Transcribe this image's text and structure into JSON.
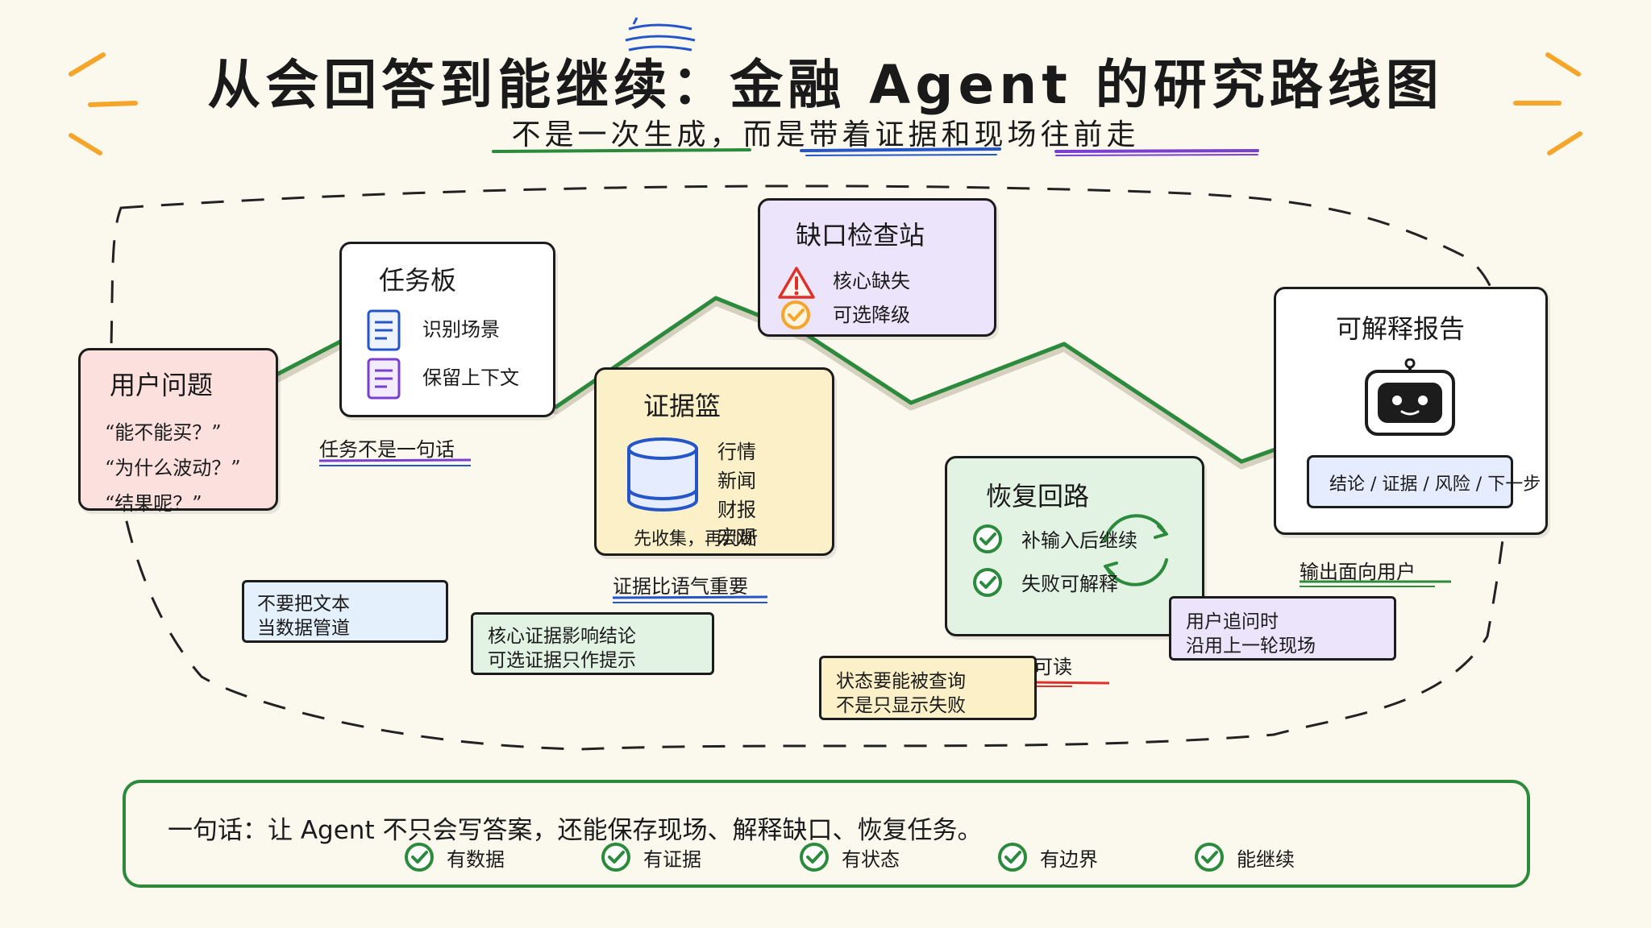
{
  "title": "从会回答到能继续：金融 Agent 的研究路线图",
  "subtitle": "不是一次生成，而是带着证据和现场往前走",
  "colors": {
    "background": "#fbf9ee",
    "path_green": "#2c8a3c",
    "accent_orange": "#f4a52a",
    "accent_blue": "#2455c9",
    "accent_purple": "#7a3fd0",
    "accent_red": "#e0302a"
  },
  "cards": {
    "user_question": {
      "title": "用户问题",
      "lines": [
        "“能不能买？”",
        "“为什么波动？”",
        "“结果呢？”"
      ],
      "bg": "#fbe0de"
    },
    "task_board": {
      "title": "任务板",
      "lines": [
        "识别场景",
        "保留上下文"
      ],
      "icons": [
        "document-icon",
        "document-icon"
      ],
      "bg": "#ffffff"
    },
    "evidence_basket": {
      "title": "证据篮",
      "lines": [
        "行情",
        "新闻",
        "财报",
        "宏观"
      ],
      "footer": "先收集，再判断",
      "icon": "database-icon",
      "bg": "#fcf0c8"
    },
    "gap_check": {
      "title": "缺口检查站",
      "lines": [
        "核心缺失",
        "可选降级"
      ],
      "icons": [
        "warning-icon",
        "check-circle-icon"
      ],
      "bg": "#ece4fb"
    },
    "recovery_loop": {
      "title": "恢复回路",
      "lines": [
        "补输入后继续",
        "失败可解释"
      ],
      "icons": [
        "check-circle-icon",
        "check-circle-icon",
        "cycle-arrows-icon"
      ],
      "bg": "#e2f3e3"
    },
    "report": {
      "title": "可解释报告",
      "output": "结论 / 证据 / 风险 / 下一步",
      "icon": "robot-icon",
      "bg": "#ffffff"
    }
  },
  "captions": {
    "task": "任务不是一句话",
    "evidence": "证据比语气重要",
    "output": "输出面向用户",
    "failure": "失败也要可读"
  },
  "notes": {
    "text_pipeline": [
      "不要把文本",
      "当数据管道"
    ],
    "core_evidence": [
      "核心证据影响结论",
      "可选证据只作提示"
    ],
    "state_query": [
      "状态要能被查询",
      "不是只显示失败"
    ],
    "follow_up": [
      "用户追问时",
      "沿用上一轮现场"
    ]
  },
  "bottom": {
    "summary": "一句话：让 Agent 不只会写答案，还能保存现场、解释缺口、恢复任务。",
    "checks": [
      "有数据",
      "有证据",
      "有状态",
      "有边界",
      "能继续"
    ]
  }
}
